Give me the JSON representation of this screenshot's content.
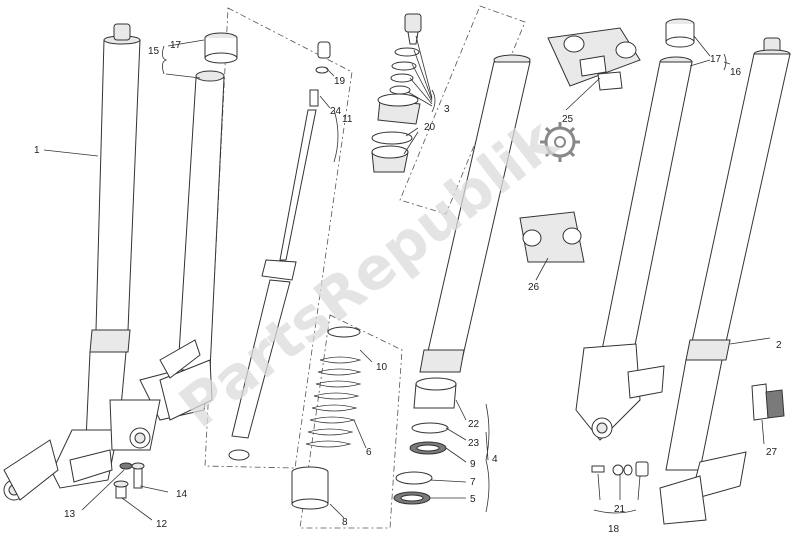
{
  "watermark": {
    "text": "PartsRepublik"
  },
  "callouts": [
    {
      "id": "c1",
      "text": "1"
    },
    {
      "id": "c2",
      "text": "2"
    },
    {
      "id": "c3",
      "text": "3"
    },
    {
      "id": "c4",
      "text": "4"
    },
    {
      "id": "c5",
      "text": "5"
    },
    {
      "id": "c6",
      "text": "6"
    },
    {
      "id": "c7",
      "text": "7"
    },
    {
      "id": "c8",
      "text": "8"
    },
    {
      "id": "c9",
      "text": "9"
    },
    {
      "id": "c10",
      "text": "10"
    },
    {
      "id": "c11",
      "text": "11"
    },
    {
      "id": "c12",
      "text": "12"
    },
    {
      "id": "c13",
      "text": "13"
    },
    {
      "id": "c14",
      "text": "14"
    },
    {
      "id": "c15",
      "text": "15"
    },
    {
      "id": "c16",
      "text": "16"
    },
    {
      "id": "c17a",
      "text": "17"
    },
    {
      "id": "c17b",
      "text": "17"
    },
    {
      "id": "c18",
      "text": "18"
    },
    {
      "id": "c19",
      "text": "19"
    },
    {
      "id": "c20",
      "text": "20"
    },
    {
      "id": "c21",
      "text": "21"
    },
    {
      "id": "c22",
      "text": "22"
    },
    {
      "id": "c23",
      "text": "23"
    },
    {
      "id": "c24",
      "text": "24"
    },
    {
      "id": "c25",
      "text": "25"
    },
    {
      "id": "c26",
      "text": "26"
    },
    {
      "id": "c27",
      "text": "27"
    }
  ],
  "icons": {
    "gear": "gear-icon"
  }
}
